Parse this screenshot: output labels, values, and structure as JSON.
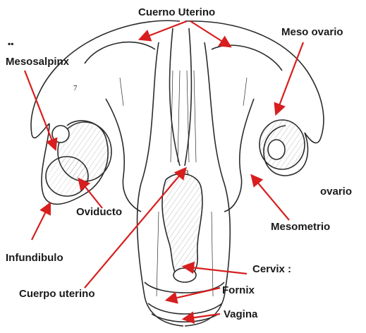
{
  "labels": {
    "cuerno_uterino": "Cuerno Uterino",
    "meso_ovario": "Meso ovario",
    "mesosalpinx": "Mesosalpinx",
    "ovario": "ovario",
    "oviducto": "Oviducto",
    "mesometrio": "Mesometrio",
    "infundibulo": "Infundibulo",
    "cervix": "Cervix :",
    "cuerpo_uterino": "Cuerpo uterino",
    "fornix": "Fornix",
    "vagina": "Vagina"
  },
  "figure_marks": {
    "top_left": "▪▪",
    "small_numeral": "7",
    "center_numeral": "3"
  },
  "colors": {
    "arrow": "#d81e1e",
    "line": "#2b2b2b",
    "text": "#1a1a1a",
    "background": "#ffffff"
  }
}
